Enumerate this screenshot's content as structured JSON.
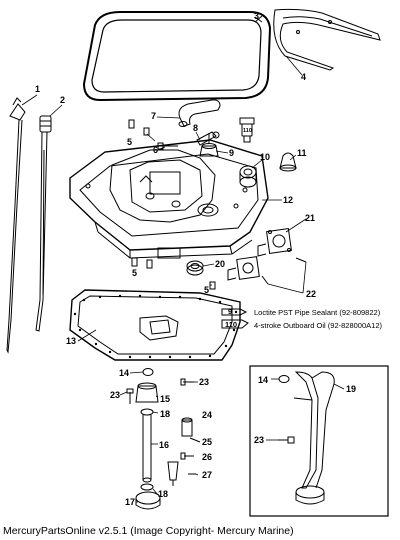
{
  "callouts": {
    "c1": "1",
    "c2": "2",
    "c3": "3",
    "c4": "4",
    "c5a": "5",
    "c5b": "5",
    "c5c": "5",
    "c6": "6",
    "c7": "7",
    "c8": "8",
    "c9": "9",
    "c10": "10",
    "c11": "11",
    "c12": "12",
    "c13": "13",
    "c14a": "14",
    "c14b": "14",
    "c15": "15",
    "c16": "16",
    "c17": "17",
    "c18a": "18",
    "c18b": "18",
    "c19": "19",
    "c20": "20",
    "c21": "21",
    "c22": "22",
    "c23a": "23",
    "c23b": "23",
    "c23c": "23",
    "c24": "24",
    "c25": "25",
    "c26": "26",
    "c27": "27"
  },
  "legend": {
    "sealant_badge": "9",
    "sealant_text": "Loctite PST Pipe Sealant (92-809822)",
    "oil_badge": "110",
    "oil_text": "4-stroke Outboard Oil (92-828000A12)",
    "tube_badge": "110"
  },
  "footer": "MercuryPartsOnline v2.5.1 (Image Copyright- Mercury Marine)"
}
